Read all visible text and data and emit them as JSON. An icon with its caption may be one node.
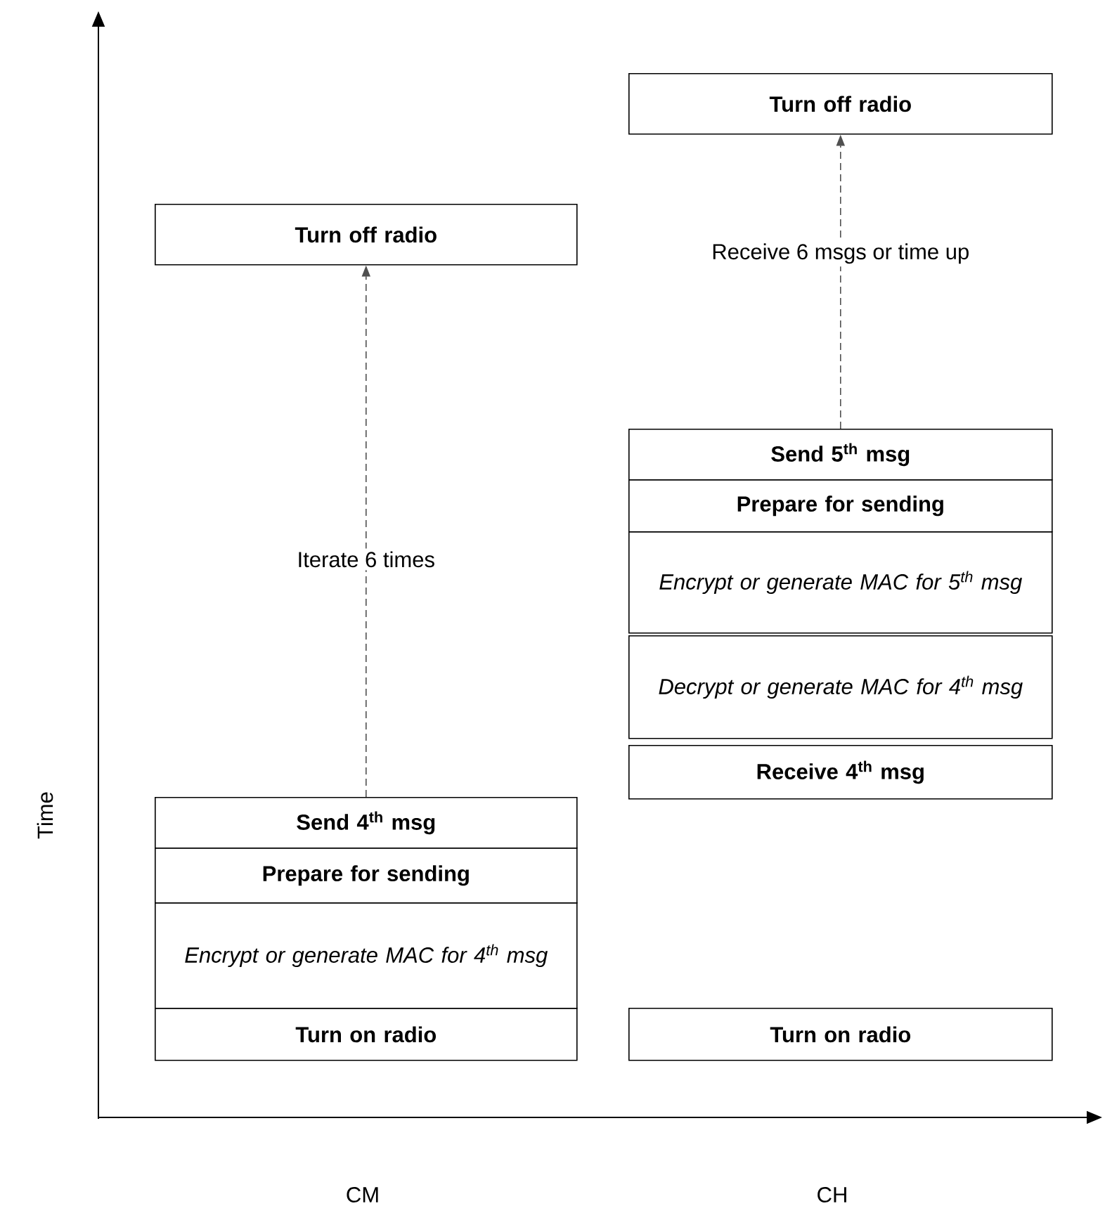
{
  "diagram": {
    "nodes": [
      {
        "text": [
          "Turn off radio"
        ]
      },
      {
        "text": [
          "Send 4$^{th}$ msg"
        ]
      },
      {
        "text": [
          "Prepare for sending"
        ]
      },
      {
        "text": [
          "Encrypt or generate MAC for 4$^{th}$ msg"
        ]
      },
      {
        "text": [
          "Turn on radio"
        ]
      },
      {
        "text": [
          "Turn off radio"
        ]
      },
      {
        "text": [
          "Send 5$^{th}$ msg"
        ]
      },
      {
        "text": [
          "Prepare for sending"
        ]
      },
      {
        "text": [
          "Encrypt or generate MAC for 5$^{th}$ msg"
        ]
      },
      {
        "text": [
          "Decrypt or generate MAC for 4$^{th}$ msg"
        ]
      },
      {
        "text": [
          "Receive 4$^{th}$ msg"
        ]
      },
      {
        "text": [
          "Turn on radio"
        ]
      }
    ],
    "edges": [
      {
        "from": 1,
        "to": 0,
        "arrow": "to",
        "style": "dashed",
        "label": "Iterate 6 times"
      },
      {
        "from": 6,
        "to": 5,
        "arrow": "to",
        "style": "dashed",
        "label": "Receive 6 msgs or time up"
      }
    ],
    "labels": [
      "Time",
      "CM",
      "CH"
    ]
  }
}
